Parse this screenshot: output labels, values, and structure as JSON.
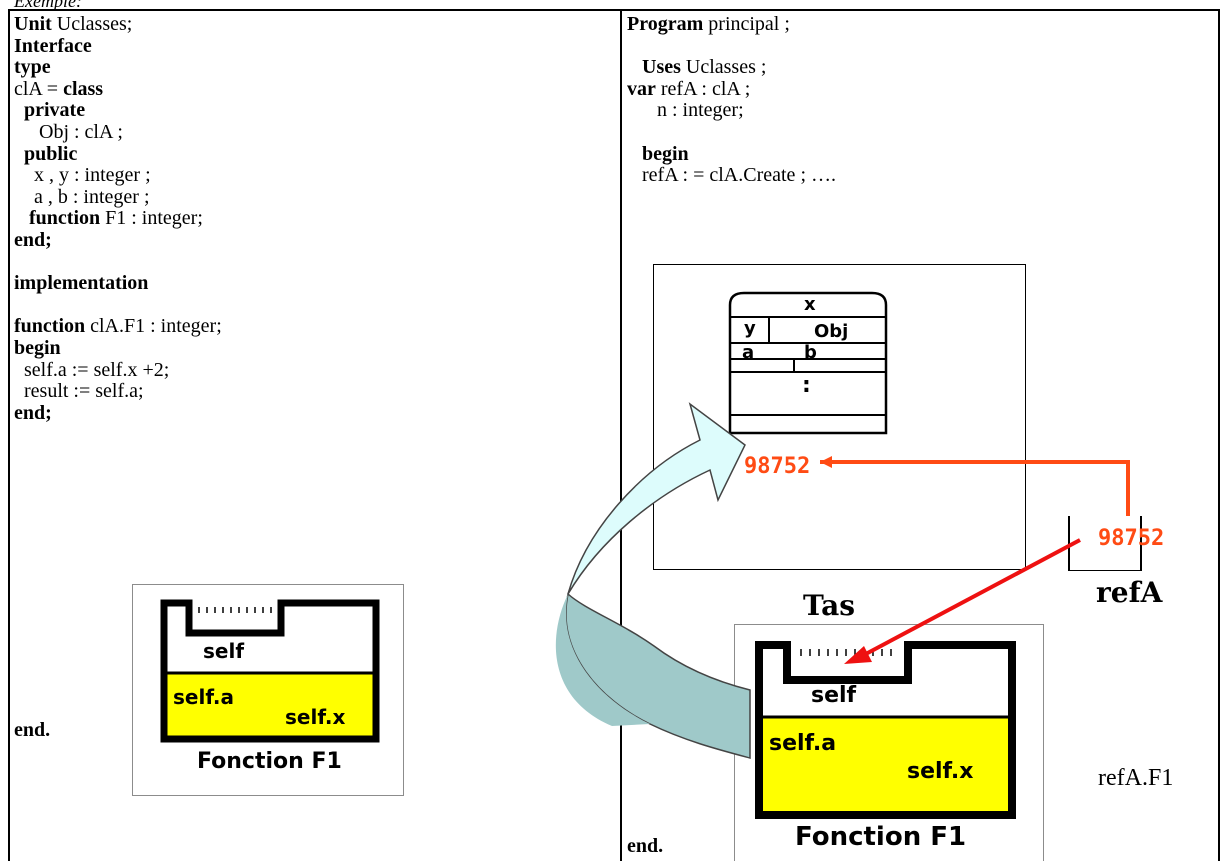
{
  "caption": "Exemple:",
  "left_code": [
    [
      {
        "t": "Unit",
        "b": true
      },
      {
        "t": " Uclasses;"
      }
    ],
    [
      {
        "t": "Interface",
        "b": true
      }
    ],
    [
      {
        "t": "type",
        "b": true
      }
    ],
    [
      {
        "t": "clA = "
      },
      {
        "t": "class",
        "b": true
      }
    ],
    [
      {
        "t": "  "
      },
      {
        "t": "private",
        "b": true
      }
    ],
    [
      {
        "t": "     Obj : clA ;"
      }
    ],
    [
      {
        "t": "  "
      },
      {
        "t": "public",
        "b": true
      }
    ],
    [
      {
        "t": "    x , y : integer ;"
      }
    ],
    [
      {
        "t": "    a , b : integer ;"
      }
    ],
    [
      {
        "t": "   "
      },
      {
        "t": "function",
        "b": true
      },
      {
        "t": " F1 : integer;"
      }
    ],
    [
      {
        "t": "end;",
        "b": true
      }
    ],
    [
      {
        "t": ""
      }
    ],
    [
      {
        "t": "implementation",
        "b": true
      }
    ],
    [
      {
        "t": ""
      }
    ],
    [
      {
        "t": "function",
        "b": true
      },
      {
        "t": " clA.F1 : integer;"
      }
    ],
    [
      {
        "t": "begin",
        "b": true
      }
    ],
    [
      {
        "t": "  self.a := self.x +2;"
      }
    ],
    [
      {
        "t": "  result := self.a;"
      }
    ],
    [
      {
        "t": "end;",
        "b": true
      }
    ]
  ],
  "left_end": "end.",
  "right_code": [
    [
      {
        "t": "Program",
        "b": true
      },
      {
        "t": " principal ;"
      }
    ],
    [
      {
        "t": ""
      }
    ],
    [
      {
        "t": "   "
      },
      {
        "t": "Uses",
        "b": true
      },
      {
        "t": " Uclasses ;"
      }
    ],
    [
      {
        "t": "var",
        "b": true
      },
      {
        "t": " refA : clA ;"
      }
    ],
    [
      {
        "t": "      n : integer;"
      }
    ],
    [
      {
        "t": ""
      }
    ],
    [
      {
        "t": "   "
      },
      {
        "t": "begin",
        "b": true
      }
    ],
    [
      {
        "t": "   refA : = clA.Create ; …."
      }
    ]
  ],
  "right_end": "end.",
  "object": {
    "field_x": "x",
    "field_y": "y",
    "field_obj": "Obj",
    "field_a": "a",
    "field_b": "b",
    "ellipsis": ":",
    "address": "98752"
  },
  "ref": {
    "value": "98752",
    "label": "refA"
  },
  "heap_label": "Tas",
  "frame": {
    "self_label": "self",
    "self_a": "self.a",
    "self_x": "self.x",
    "caption": "Fonction F1"
  },
  "call_label": "refA.F1",
  "colors": {
    "orange": "#ff4b14",
    "red": "#ee1111",
    "yellow": "#ffff00",
    "arrow_light": "#ddfcfc",
    "arrow_dark": "#9fc9c9"
  }
}
